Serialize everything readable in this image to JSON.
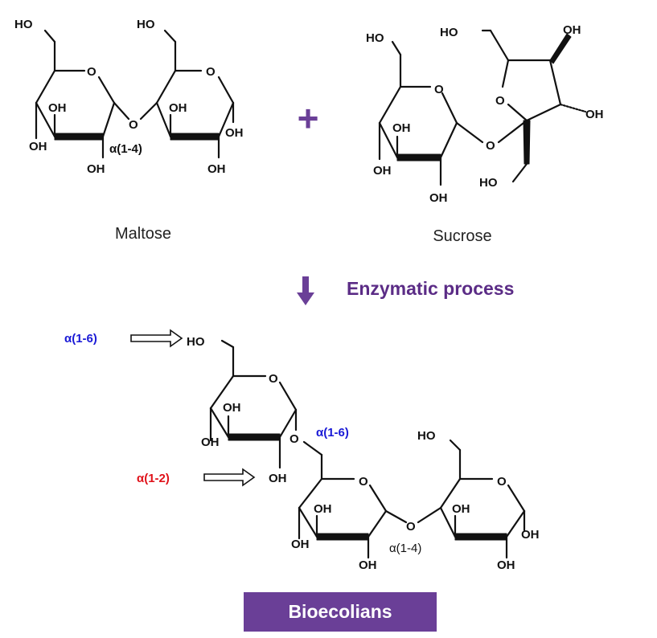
{
  "reactants": {
    "maltose": {
      "name": "Maltose",
      "linkage": "α(1-4)",
      "labels": [
        "HO",
        "HO",
        "O",
        "O",
        "OH",
        "OH",
        "OH",
        "O",
        "OH",
        "OH",
        "OH",
        "OH"
      ]
    },
    "sucrose": {
      "name": "Sucrose",
      "labels": [
        "HO",
        "HO",
        "OH",
        "O",
        "O",
        "OH",
        "OH",
        "OH",
        "O",
        "HO",
        "OH"
      ]
    },
    "plus": "+"
  },
  "process": {
    "label": "Enzymatic process"
  },
  "product": {
    "name": "Bioecolians",
    "callouts": {
      "a16_top": "α(1-6)",
      "a16_mid": "α(1-6)",
      "a12": "α(1-2)",
      "a14": "α(1-4)"
    },
    "labels": [
      "HO",
      "O",
      "OH",
      "OH",
      "OH",
      "O",
      "O",
      "OH",
      "OH",
      "OH",
      "O",
      "HO",
      "O",
      "OH",
      "OH",
      "OH",
      "OH"
    ]
  },
  "colors": {
    "accent_purple": "#6a3f97",
    "process_text": "#5b2c86",
    "alpha_blue": "#1a1ad6",
    "alpha_red": "#e0121a",
    "bonds": "#111111"
  }
}
